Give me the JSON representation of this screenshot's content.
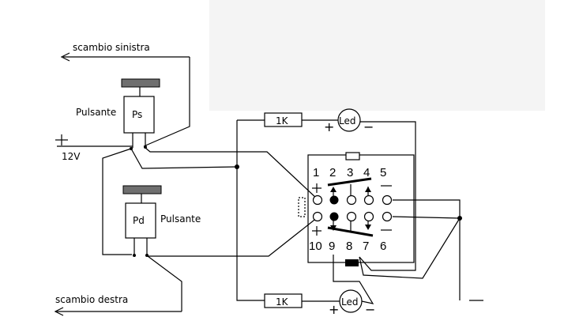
{
  "labels": {
    "scambio_sinistra": "scambio sinistra",
    "scambio_destra": "scambio destra",
    "pulsante_top": "Pulsante",
    "pulsante_bottom": "Pulsante",
    "ps": "Ps",
    "pd": "Pd",
    "supply_voltage": "12V",
    "resistor_top": "1K",
    "resistor_bottom": "1K",
    "led_top": "Led",
    "led_bottom": "Led"
  },
  "relay_pins": {
    "p1": "1",
    "p2": "2",
    "p3": "3",
    "p4": "4",
    "p5": "5",
    "p6": "6",
    "p7": "7",
    "p8": "8",
    "p9": "9",
    "p10": "10"
  },
  "colors": {
    "line": "#000000",
    "button_cap": "#6f6f6f",
    "background_panel": "#f4f4f4"
  }
}
